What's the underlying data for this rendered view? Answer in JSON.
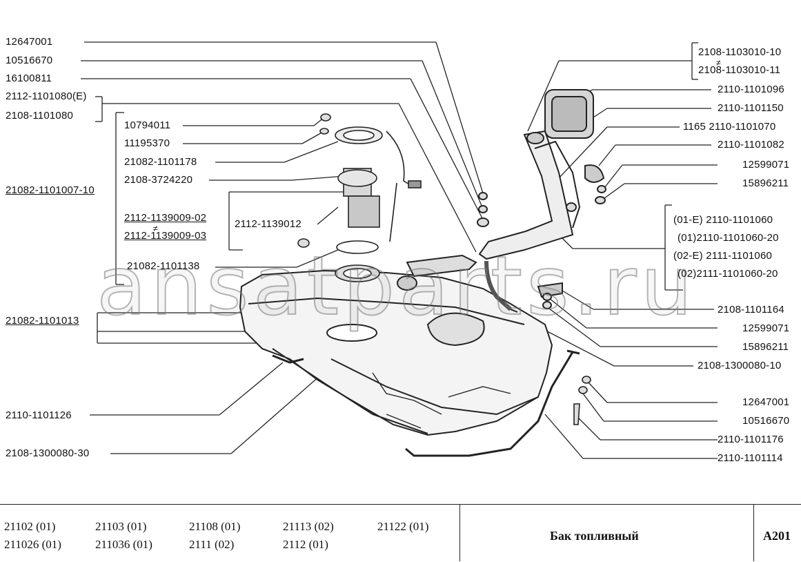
{
  "watermark": "ansatparts.ru",
  "labels_left": {
    "l1": "12647001",
    "l2": "10516670",
    "l3": "16100811",
    "l4": "2112-1101080(E)",
    "l5": "2108-1101080",
    "l6": "10794011",
    "l7": "11195370",
    "l8": "21082-1101178",
    "l9": "2108-3724220",
    "l10": "21082-1101007-10",
    "l11": "2112-1139009-02",
    "l12": "2112-1139009-03",
    "l13": "2112-1139012",
    "l14": "21082-1101138",
    "l15": "21082-1101013",
    "l16": "2110-1101126",
    "l17": "2108-1300080-30"
  },
  "labels_right": {
    "r1": "2108-1103010-10",
    "r2": "2108-1103010-11",
    "r3": "2110-1101096",
    "r4": "2110-1101150",
    "r5": "1165  2110-1101070",
    "r6": "2110-1101082",
    "r7": "12599071",
    "r8": "15896211",
    "r9": "(01-E)  2110-1101060",
    "r10": "(01)2110-1101060-20",
    "r11": "(02-E)  2111-1101060",
    "r12": "(02)2111-1101060-20",
    "r13": "2108-1101164",
    "r14": "12599071",
    "r15": "15896211",
    "r16": "2108-1300080-10",
    "r17": "12647001",
    "r18": "10516670",
    "r19": "2110-1101176",
    "r20": "2110-1101114"
  },
  "neq_symbol": "≠",
  "footer": {
    "models_row1": [
      "21102 (01)",
      "21103 (01)",
      "21108 (01)",
      "21113 (02)",
      "21122 (01)"
    ],
    "models_row2": [
      "211026 (01)",
      "211036 (01)",
      "2111 (02)",
      "2112 (01)"
    ],
    "title": "Бак топливный",
    "code": "A201"
  }
}
